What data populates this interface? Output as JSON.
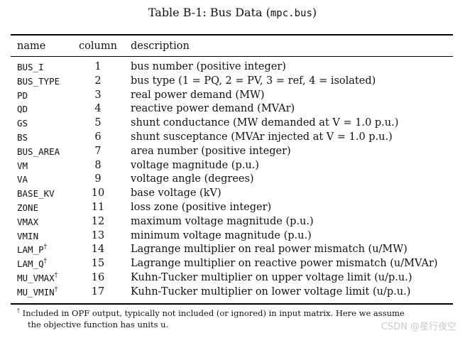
{
  "table": {
    "caption_prefix": "Table B-1: Bus Data (",
    "caption_code": "mpc.bus",
    "caption_suffix": ")",
    "headers": [
      "name",
      "column",
      "description"
    ],
    "rows": [
      {
        "name": "BUS_I",
        "mark": "",
        "column": "1",
        "description": "bus number (positive integer)"
      },
      {
        "name": "BUS_TYPE",
        "mark": "",
        "column": "2",
        "description": "bus type (1 = PQ, 2 = PV, 3 = ref, 4 = isolated)"
      },
      {
        "name": "PD",
        "mark": "",
        "column": "3",
        "description": "real power demand (MW)"
      },
      {
        "name": "QD",
        "mark": "",
        "column": "4",
        "description": "reactive power demand (MVAr)"
      },
      {
        "name": "GS",
        "mark": "",
        "column": "5",
        "description": "shunt conductance (MW demanded at V = 1.0 p.u.)"
      },
      {
        "name": "BS",
        "mark": "",
        "column": "6",
        "description": "shunt susceptance (MVAr injected at V = 1.0 p.u.)"
      },
      {
        "name": "BUS_AREA",
        "mark": "",
        "column": "7",
        "description": "area number (positive integer)"
      },
      {
        "name": "VM",
        "mark": "",
        "column": "8",
        "description": "voltage magnitude (p.u.)"
      },
      {
        "name": "VA",
        "mark": "",
        "column": "9",
        "description": "voltage angle (degrees)"
      },
      {
        "name": "BASE_KV",
        "mark": "",
        "column": "10",
        "description": "base voltage (kV)"
      },
      {
        "name": "ZONE",
        "mark": "",
        "column": "11",
        "description": "loss zone (positive integer)"
      },
      {
        "name": "VMAX",
        "mark": "",
        "column": "12",
        "description": "maximum voltage magnitude (p.u.)"
      },
      {
        "name": "VMIN",
        "mark": "",
        "column": "13",
        "description": "minimum voltage magnitude (p.u.)"
      },
      {
        "name": "LAM_P",
        "mark": "†",
        "column": "14",
        "description": "Lagrange multiplier on real power mismatch (u/MW)"
      },
      {
        "name": "LAM_Q",
        "mark": "†",
        "column": "15",
        "description": "Lagrange multiplier on reactive power mismatch (u/MVAr)"
      },
      {
        "name": "MU_VMAX",
        "mark": "†",
        "column": "16",
        "description": "Kuhn-Tucker multiplier on upper voltage limit (u/p.u.)"
      },
      {
        "name": "MU_VMIN",
        "mark": "†",
        "column": "17",
        "description": "Kuhn-Tucker multiplier on lower voltage limit (u/p.u.)"
      }
    ],
    "footnote": {
      "mark": "†",
      "line1": "Included in OPF output, typically not included (or ignored) in input matrix. Here we assume",
      "line2": "the objective function has units u."
    }
  },
  "watermark": "CSDN @星行夜空"
}
